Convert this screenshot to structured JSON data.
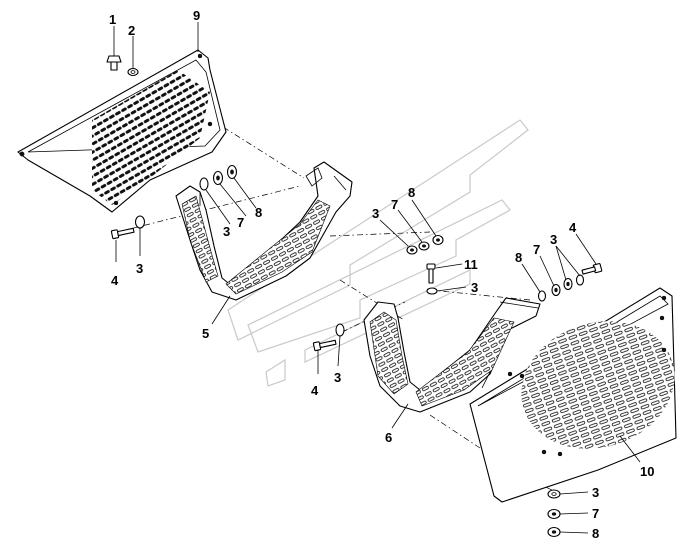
{
  "diagram": {
    "callouts": [
      {
        "id": "c1",
        "text": "1"
      },
      {
        "id": "c2",
        "text": "2"
      },
      {
        "id": "c9",
        "text": "9"
      },
      {
        "id": "c4a",
        "text": "4"
      },
      {
        "id": "c3a",
        "text": "3"
      },
      {
        "id": "c3b",
        "text": "3"
      },
      {
        "id": "c7a",
        "text": "7"
      },
      {
        "id": "c8a",
        "text": "8"
      },
      {
        "id": "c5",
        "text": "5"
      },
      {
        "id": "c3c",
        "text": "3"
      },
      {
        "id": "c7b",
        "text": "7"
      },
      {
        "id": "c8b",
        "text": "8"
      },
      {
        "id": "c11",
        "text": "11"
      },
      {
        "id": "c3d",
        "text": "3"
      },
      {
        "id": "c8c",
        "text": "8"
      },
      {
        "id": "c7c",
        "text": "7"
      },
      {
        "id": "c3e",
        "text": "3"
      },
      {
        "id": "c4b",
        "text": "4"
      },
      {
        "id": "c4c",
        "text": "4"
      },
      {
        "id": "c3f",
        "text": "3"
      },
      {
        "id": "c6",
        "text": "6"
      },
      {
        "id": "c10",
        "text": "10"
      },
      {
        "id": "c3g",
        "text": "3"
      },
      {
        "id": "c7d",
        "text": "7"
      },
      {
        "id": "c8d",
        "text": "8"
      }
    ],
    "colors": {
      "line": "#000000",
      "background": "#ffffff",
      "watermark": "#c9c9c9"
    }
  }
}
